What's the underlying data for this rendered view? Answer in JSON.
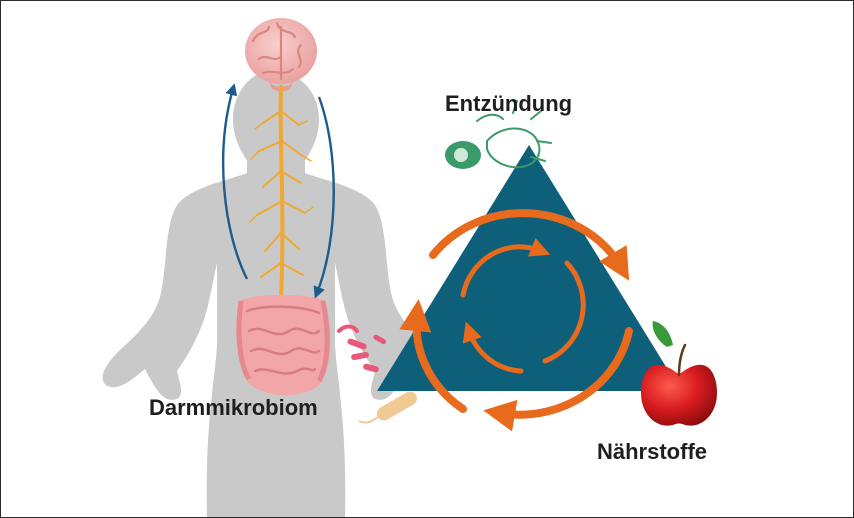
{
  "labels": {
    "inflammation": "Entzündung",
    "microbiome": "Darmmikrobiom",
    "nutrients": "Nährstoffe"
  },
  "icons": [
    "brain-icon",
    "human-body-icon",
    "spinal-nerve-icon",
    "intestine-icon",
    "bacteria-icon",
    "immune-cell-icon",
    "apple-icon",
    "triangle-icon",
    "cycle-arrows-icon"
  ],
  "colors": {
    "body": "#c9c9c9",
    "brain": "#f2b8b5",
    "nerve": "#f0a830",
    "intestine": "#f2a6a8",
    "arrow_blue": "#1f5c8c",
    "triangle": "#0d5f7a",
    "cycle_orange": "#e86a1c",
    "immune_cell": "#3a9a6a",
    "apple_red": "#d0191c",
    "bacteria_pink": "#e8587a",
    "bacteria_tan": "#f1c992"
  }
}
